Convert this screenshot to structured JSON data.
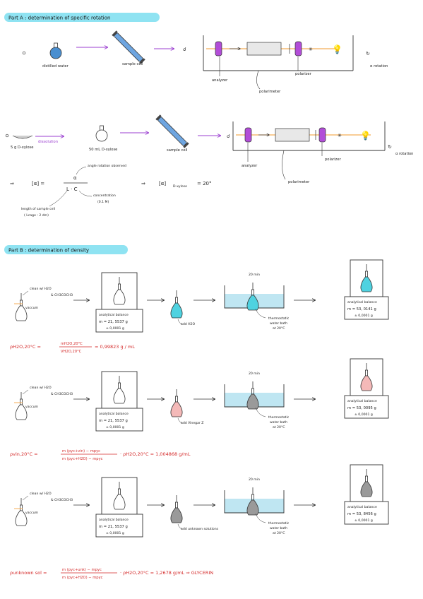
{
  "partA": {
    "title": "Part A : determination of specific rotation",
    "row1": {
      "flask_label": "distilled water",
      "cell_label": "sample cell",
      "analyzer": "analyzer",
      "polarizer": "polarizer",
      "polarimeter": "polarimeter",
      "rotation": "α rotation"
    },
    "row2": {
      "sample": "5 g D-xylose",
      "dissolution": "dissolution",
      "flask_label": "50 mL D-xylose",
      "cell_label": "sample cell",
      "analyzer": "analyzer",
      "polarizer": "polarizer",
      "polarimeter": "polarimeter",
      "rotation": "α rotation"
    },
    "formula": {
      "arrow": "⇒",
      "lhs": "[α] =",
      "numerator": "α",
      "denominator": "L · C",
      "angle_note": "angle rotation observed",
      "conc_note": "concentration",
      "conc_value": "(0.1 M)",
      "length_note": "length of sample cell",
      "length_value": "( Lcage : 2 dm)",
      "result_arrow": "⇒",
      "result": "[α]",
      "result_sub": "D-xylose",
      "result_value": "= 20°"
    }
  },
  "partB": {
    "title": "Part B : determination of density",
    "clean_note": "clean w/ H2O",
    "clean_note2": "& CH3COCH3",
    "vaccum": "vaccum",
    "balance": "analytical balance",
    "tolerance": "± 0,0001 g",
    "time": "20 min",
    "thermo": "thermostatic water bath at 20°C",
    "rows": [
      {
        "add": "add H2O",
        "m1": "m = 21, 5537 g",
        "m2": "m = 53, 0141 g",
        "formula_lhs": "ρH2O,20°C =",
        "formula_num": "mH2O,20°C",
        "formula_den": "VH2O,20°C",
        "formula_res": "= 0,99823 g / mL"
      },
      {
        "add": "add Vinegar Z",
        "m1": "m = 21, 5537 g",
        "m2": "m = 53, 0095 g",
        "formula_lhs": "ρvin,20°C =",
        "formula_num": "m (pyc+vin) − mpyc",
        "formula_den": "m (pyc+H2O) − mpyc",
        "formula_res": "· ρH2O,20°C  =  1,004868 g/mL"
      },
      {
        "add": "add unknown solutions",
        "m1": "m = 21, 5537 g",
        "m2": "m = 53, 8456 g",
        "formula_lhs": "ρunknown sol =",
        "formula_num": "m (pyc+unk) − mpyc",
        "formula_den": "m (pyc+H2O) − mpyc",
        "formula_res": "· ρH2O,20°C  =  1,2678 g/mL   ⇒  GLYCERIN"
      }
    ]
  },
  "colors": {
    "highlight": "#8fe3f2",
    "purple_arrow": "#9b3fd0",
    "lens": "#b24dd8",
    "beam": "#f29a2e",
    "red": "#d42a2a",
    "water": "#bfe6f2",
    "cyan_flask": "#4fd2e0",
    "pink_flask": "#f4b9b8",
    "gray_flask": "#9a9a9a",
    "blue_tube": "#6ea5e0"
  }
}
